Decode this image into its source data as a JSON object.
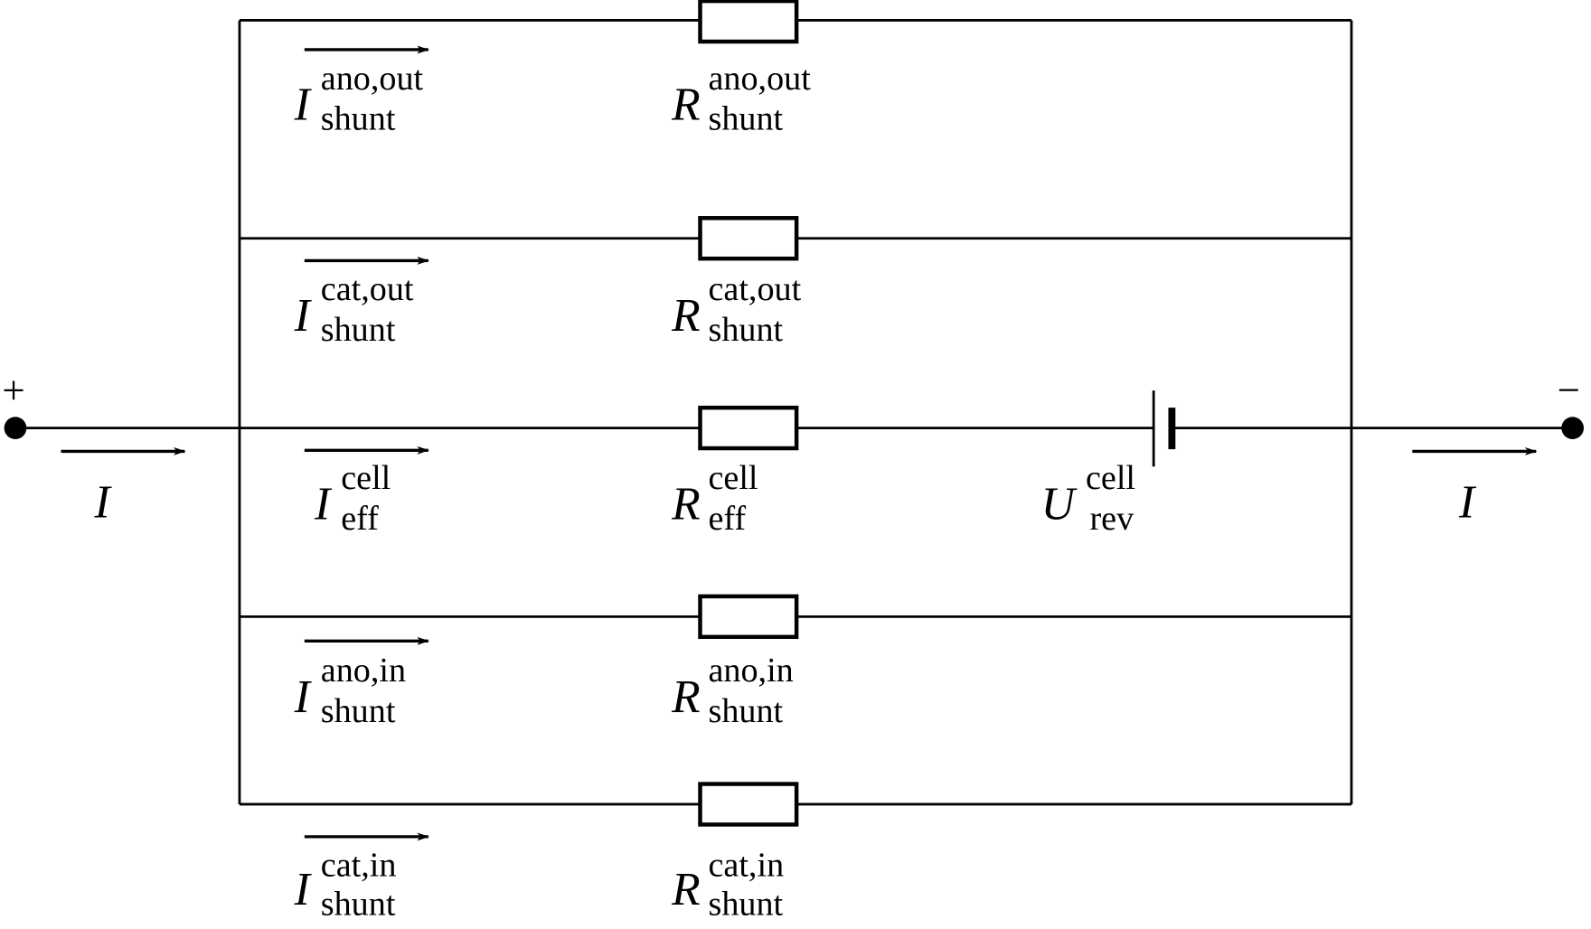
{
  "terminals": {
    "plus": "+",
    "minus": "−"
  },
  "current_in": {
    "main": "I"
  },
  "current_out": {
    "main": "I"
  },
  "branches": [
    {
      "current": {
        "main": "I",
        "sup": "ano,out",
        "sub": "shunt"
      },
      "resistor": {
        "main": "R",
        "sup": "ano,out",
        "sub": "shunt"
      }
    },
    {
      "current": {
        "main": "I",
        "sup": "cat,out",
        "sub": "shunt"
      },
      "resistor": {
        "main": "R",
        "sup": "cat,out",
        "sub": "shunt"
      }
    },
    {
      "current": {
        "main": "I",
        "sup": "cell",
        "sub": "eff"
      },
      "resistor": {
        "main": "R",
        "sup": "cell",
        "sub": "eff"
      },
      "source": {
        "main": "U",
        "sup": "cell",
        "sub": "rev"
      }
    },
    {
      "current": {
        "main": "I",
        "sup": "ano,in",
        "sub": "shunt"
      },
      "resistor": {
        "main": "R",
        "sup": "ano,in",
        "sub": "shunt"
      }
    },
    {
      "current": {
        "main": "I",
        "sup": "cat,in",
        "sub": "shunt"
      },
      "resistor": {
        "main": "R",
        "sup": "cat,in",
        "sub": "shunt"
      }
    }
  ]
}
